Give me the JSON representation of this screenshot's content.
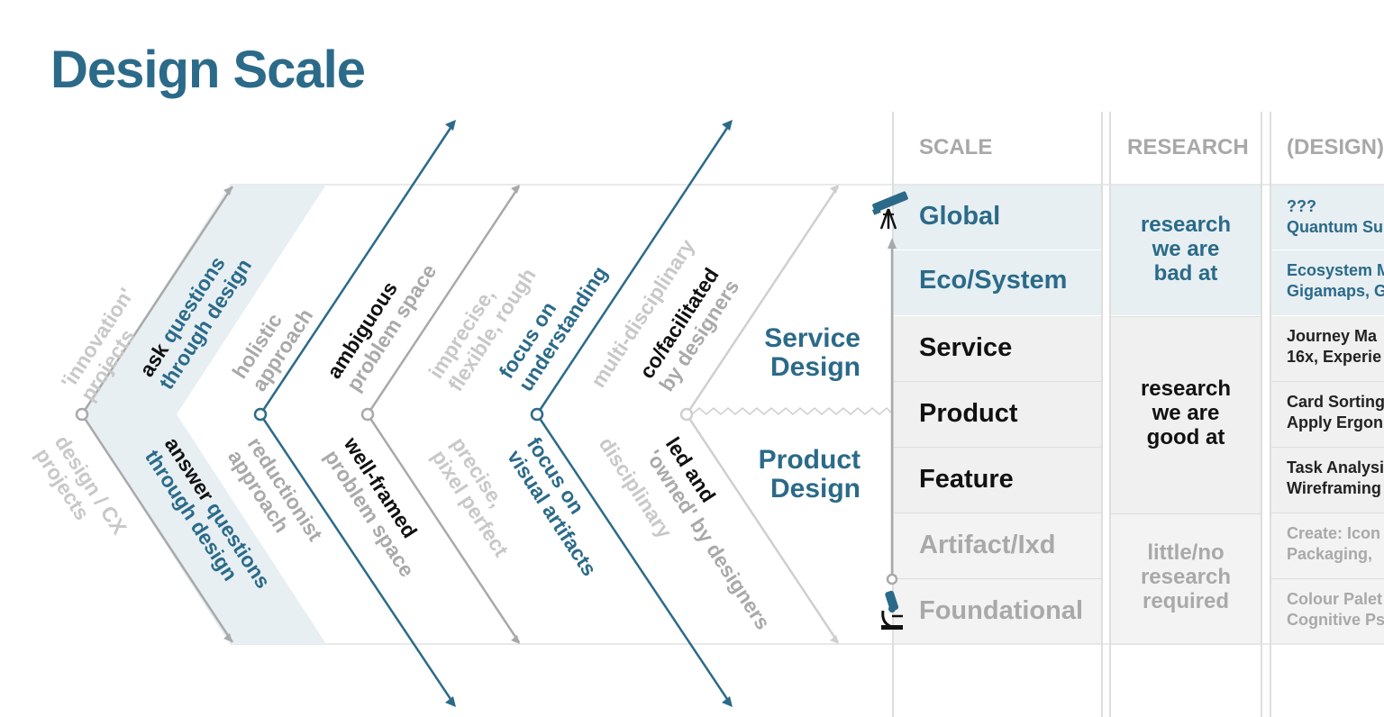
{
  "title": "Design Scale",
  "chevrons": {
    "top": [
      "'innovation' projects",
      "ask questions through design",
      "holistic approach",
      "ambiguous problem space",
      "imprecise, flexible, rough",
      "focus on understanding",
      "multi-disciplinary",
      "co/facilitated by designers"
    ],
    "bottom": [
      "design / CX projects",
      "answer questions through design",
      "reductionist approach",
      "well-framed problem space",
      "precise, pixel perfect",
      "focus on visual artifacts",
      "disciplinary",
      "led and 'owned' by designers"
    ]
  },
  "side_labels": {
    "service": [
      "Service",
      "Design"
    ],
    "product": [
      "Product",
      "Design"
    ]
  },
  "table": {
    "headers": {
      "scale": "SCALE",
      "research": "RESEARCH",
      "design": "(DESIGN)"
    },
    "scale_rows": [
      "Global",
      "Eco/System",
      "Service",
      "Product",
      "Feature",
      "Artifact/Ixd",
      "Foundational"
    ],
    "research": {
      "bad": [
        "research",
        "we are",
        "bad at"
      ],
      "good": [
        "research",
        "we are",
        "good at"
      ],
      "little": [
        "little/no",
        "research",
        "required"
      ]
    },
    "design": [
      [
        "???",
        "Quantum Su"
      ],
      [
        "Ecosystem M",
        "Gigamaps, G"
      ],
      [
        "Journey Ma",
        "16x, Experie"
      ],
      [
        "Card Sorting",
        "Apply Ergon"
      ],
      [
        "Task Analysi",
        "Wireframing"
      ],
      [
        "Create: Icon",
        "Packaging, "
      ],
      [
        "Colour Palet",
        "Cognitive Ps"
      ]
    ]
  },
  "icons": [
    "telescope-icon",
    "microscope-icon"
  ],
  "colors": {
    "blue": "#2b6a89",
    "band": "#e7eff3",
    "rowgrey": "#f0f0f0",
    "grey": "#c8c8c8"
  }
}
